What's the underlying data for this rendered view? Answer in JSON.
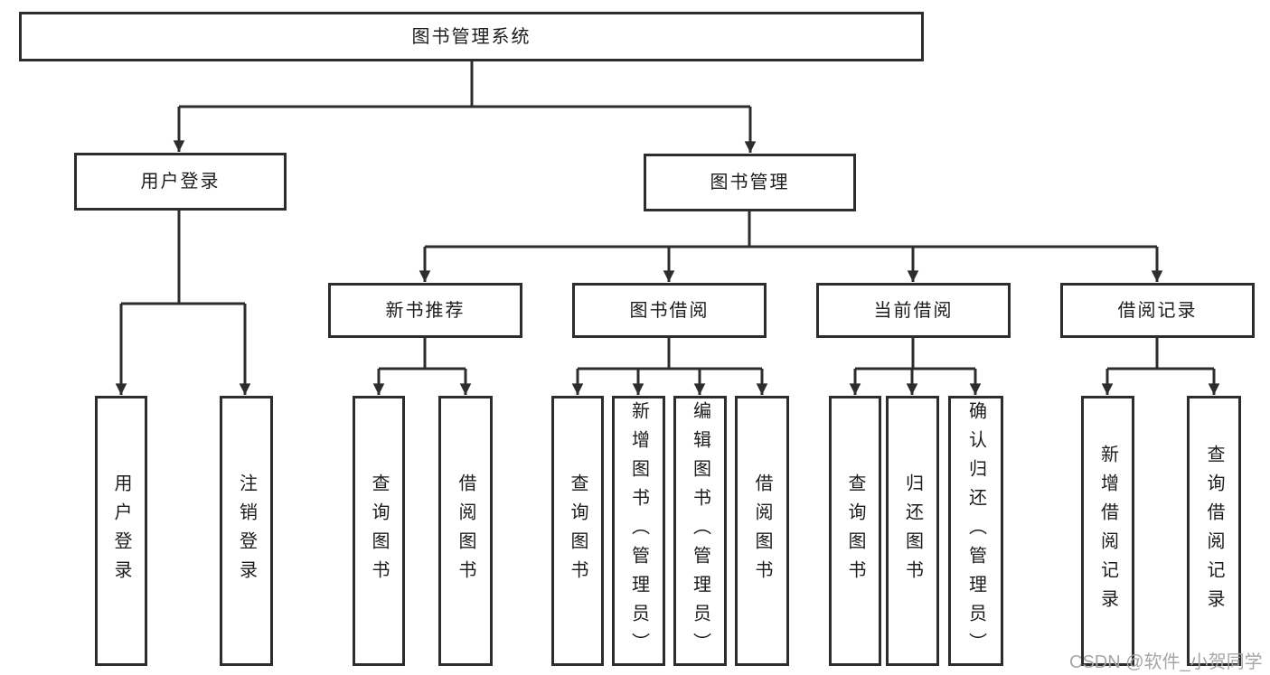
{
  "tree": {
    "root_label": "图书管理系统",
    "branches": [
      {
        "label": "用户登录",
        "leaves": [
          "用户登录",
          "注销登录"
        ]
      },
      {
        "label": "图书管理",
        "groups": [
          {
            "label": "新书推荐",
            "leaves": [
              "查询图书",
              "借阅图书"
            ]
          },
          {
            "label": "图书借阅",
            "leaves": [
              "查询图书",
              "新增图书（管理员）",
              "编辑图书（管理员）",
              "借阅图书"
            ]
          },
          {
            "label": "当前借阅",
            "leaves": [
              "查询图书",
              "归还图书",
              "确认归还（管理员）"
            ]
          },
          {
            "label": "借阅记录",
            "leaves": [
              "新增借阅记录",
              "查询借阅记录"
            ]
          }
        ]
      }
    ]
  },
  "colors": {
    "line": "#2d2d2d",
    "box_border": "#2d2d2d",
    "text": "#1c1c1c",
    "watermark": "#a6a6a6",
    "background": "#ffffff"
  },
  "watermark": "CSDN @软件_小贺同学"
}
